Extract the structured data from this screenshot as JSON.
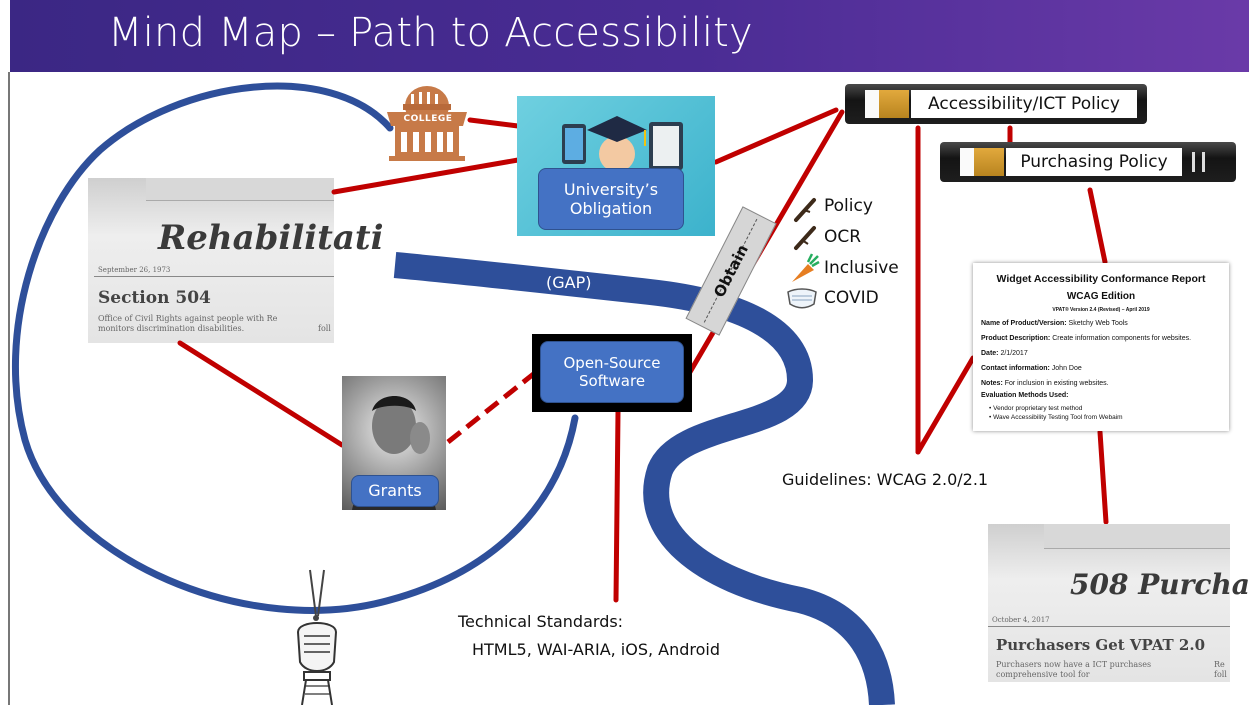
{
  "slide": {
    "title": "Mind Map – Path to Accessibility"
  },
  "nodes": {
    "university_obligation": "University’s Obligation",
    "college_sign": "COLLEGE",
    "open_source": "Open-Source Software",
    "grants": "Grants",
    "gap_label": "(GAP)",
    "obtain_label": "Obtain",
    "ict_policy": "Accessibility/ICT Policy",
    "purchasing_policy": "Purchasing Policy",
    "guidelines": "Guidelines: WCAG 2.0/2.1",
    "technical_standards_line1": "Technical Standards:",
    "technical_standards_line2": "HTML5, WAI-ARIA, iOS, Android"
  },
  "obtain_items": [
    {
      "label": "Policy",
      "icon": "stick-icon"
    },
    {
      "label": "OCR",
      "icon": "stick-icon"
    },
    {
      "label": "Inclusive",
      "icon": "carrot-icon"
    },
    {
      "label": "COVID",
      "icon": "face-mask-icon"
    }
  ],
  "rehab_newspaper": {
    "headline": "Rehabilitati",
    "date": "September 26, 1973",
    "subhead": "Section 504",
    "body_line1": "Office of Civil Rights against people with Re",
    "body_line2": "monitors discrimination disabilities.",
    "body_tail": "foll"
  },
  "purchase_newspaper": {
    "headline": "508 Purcha",
    "date": "October 4, 2017",
    "subhead": "Purchasers Get VPAT 2.0",
    "body_line1": "Purchasers now have a ICT purchases",
    "body_line2": "comprehensive tool for",
    "body_tail1": "Re",
    "body_tail2": "foll"
  },
  "vpat_report": {
    "title": "Widget Accessibility Conformance Report",
    "edition": "WCAG Edition",
    "version_line": "VPAT® Version 2.4 (Revised) – April 2019",
    "product_label": "Name of Product/Version:",
    "product_value": "Sketchy Web Tools",
    "description_label": "Product Description:",
    "description_value": "Create information components for websites.",
    "date_label": "Date:",
    "date_value": "2/1/2017",
    "contact_label": "Contact information:",
    "contact_value": "John Doe",
    "notes_label": "Notes:",
    "notes_value": "For inclusion in existing websites.",
    "methods_label": "Evaluation Methods Used:",
    "methods": [
      "Vendor proprietary test method",
      "Wave Accessibility Testing Tool from Webaim"
    ]
  },
  "colors": {
    "title_bar": "#4a2c94",
    "connector": "#c00000",
    "river": "#2e4f9a",
    "label_fill": "#4472c4"
  }
}
